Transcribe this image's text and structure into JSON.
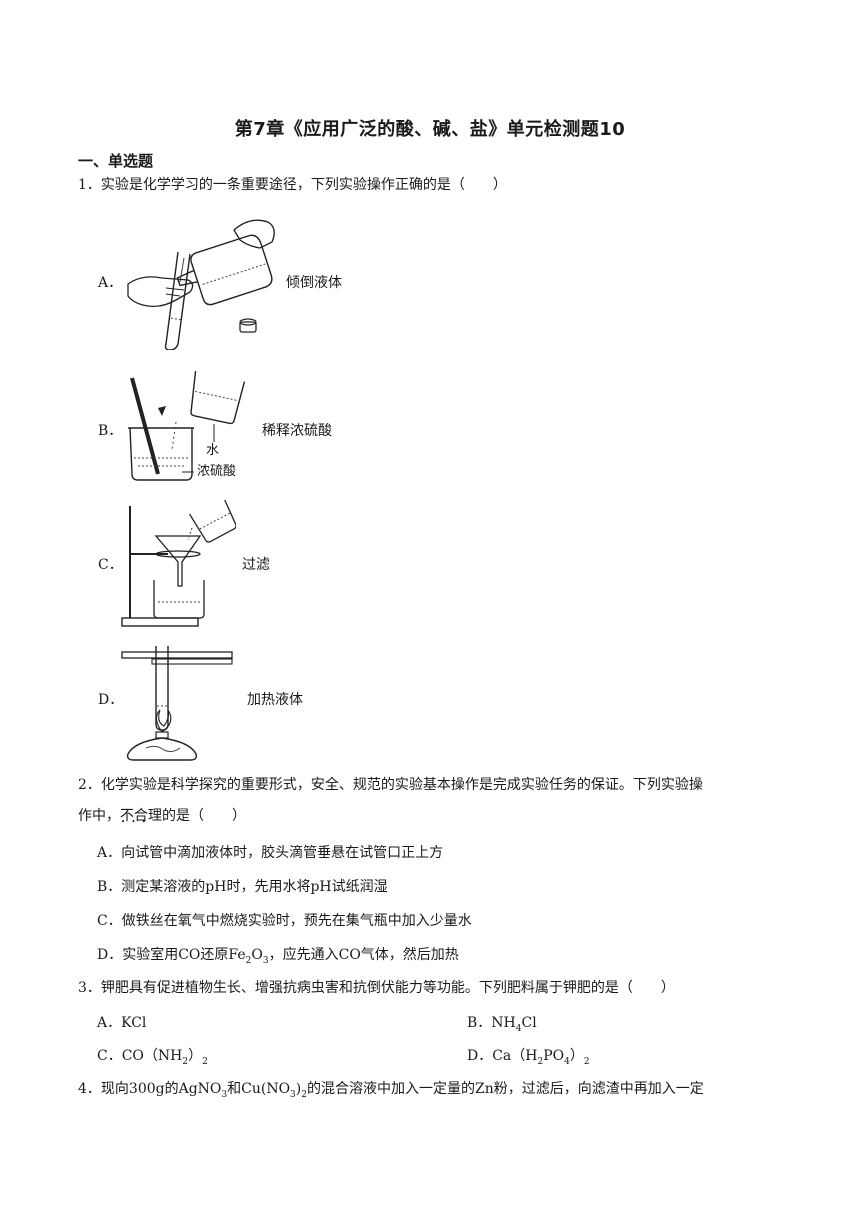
{
  "doc": {
    "title": "第7章《应用广泛的酸、碱、盐》单元检测题10",
    "section": "一、单选题"
  },
  "q1": {
    "stem": "1．实验是化学学习的一条重要途径，下列实验操作正确的是（　　）",
    "options": [
      {
        "letter": "A．",
        "caption": "倾倒液体"
      },
      {
        "letter": "B．",
        "caption": "稀释浓硫酸",
        "label_water": "水",
        "label_acid": "浓硫酸"
      },
      {
        "letter": "C．",
        "caption": "过滤"
      },
      {
        "letter": "D．",
        "caption": "加热液体"
      }
    ]
  },
  "q2": {
    "stem_line1": "2．化学实验是科学探究的重要形式，安全、规范的实验基本操作是完成实验任务的保证。下列实验操",
    "stem_line2_a": "作中，",
    "stem_line2_emph": "不合理",
    "stem_line2_b": "的是（　　）",
    "options": [
      "A．向试管中滴加液体时，胶头滴管垂悬在试管口正上方",
      "B．测定某溶液的pH时，先用水将pH试纸润湿",
      "C．做铁丝在氧气中燃烧实验时，预先在集气瓶中加入少量水"
    ],
    "optD_a": "D．实验室用CO还原Fe",
    "optD_sub1": "2",
    "optD_b": "O",
    "optD_sub2": "3",
    "optD_c": "，应先通入CO气体，然后加热"
  },
  "q3": {
    "stem": "3．钾肥具有促进植物生长、增强抗病虫害和抗倒伏能力等功能。下列肥料属于钾肥的是（　　）",
    "optA": "A．KCl",
    "optB_a": "B．NH",
    "optB_sub": "4",
    "optB_b": "Cl",
    "optC_a": "C．CO（NH",
    "optC_sub1": "2",
    "optC_b": "）",
    "optC_sub2": "2",
    "optD_a": "D．Ca（H",
    "optD_sub1": "2",
    "optD_b": "PO",
    "optD_sub2": "4",
    "optD_c": "）",
    "optD_sub3": "2"
  },
  "q4": {
    "stem_a": "4．现向300g的AgNO",
    "sub1": "3",
    "stem_b": "和Cu(NO",
    "sub2": "3",
    "stem_c": ")",
    "sub3": "2",
    "stem_d": "的混合溶液中加入一定量的Zn粉，过滤后，向滤渣中再加入一定"
  }
}
